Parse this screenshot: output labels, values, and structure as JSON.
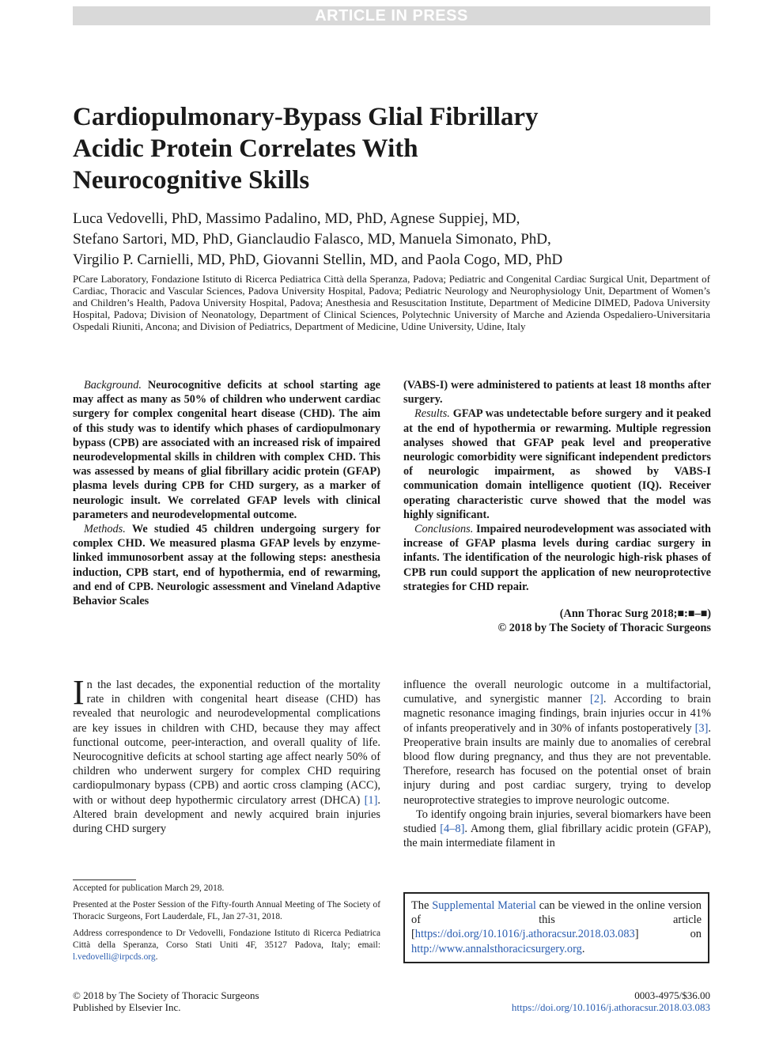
{
  "banner": "ARTICLE IN PRESS",
  "title_lines": [
    "Cardiopulmonary-Bypass Glial Fibrillary",
    "Acidic Protein Correlates With",
    "Neurocognitive Skills"
  ],
  "authors_lines": [
    "Luca Vedovelli, PhD, Massimo Padalino, MD, PhD, Agnese Suppiej, MD,",
    "Stefano Sartori, MD, PhD, Gianclaudio Falasco, MD, Manuela Simonato, PhD,",
    "Virgilio P. Carnielli, MD, PhD, Giovanni Stellin, MD, and Paola Cogo, MD, PhD"
  ],
  "affiliations": "PCare Laboratory, Fondazione Istituto di Ricerca Pediatrica Città della Speranza, Padova; Pediatric and Congenital Cardiac Surgical Unit, Department of Cardiac, Thoracic and Vascular Sciences, Padova University Hospital, Padova; Pediatric Neurology and Neurophysiology Unit, Department of Women’s and Children’s Health, Padova University Hospital, Padova; Anesthesia and Resuscitation Institute, Department of Medicine DIMED, Padova University Hospital, Padova; Division of Neonatology, Department of Clinical Sciences, Polytechnic University of Marche and Azienda Ospedaliero-Universitaria Ospedali Riuniti, Ancona; and Division of Pediatrics, Department of Medicine, Udine University, Udine, Italy",
  "abstract": {
    "background_label": "Background.",
    "background_text": " Neurocognitive deficits at school starting age may affect as many as 50% of children who underwent cardiac surgery for complex congenital heart disease (CHD). The aim of this study was to identify which phases of cardiopulmonary bypass (CPB) are associated with an increased risk of impaired neurodevelopmental skills in children with complex CHD. This was assessed by means of glial fibrillary acidic protein (GFAP) plasma levels during CPB for CHD surgery, as a marker of neurologic insult. We correlated GFAP levels with clinical parameters and neurodevelopmental outcome.",
    "methods_label": "Methods.",
    "methods_text": " We studied 45 children undergoing surgery for complex CHD. We measured plasma GFAP levels by enzyme-linked immunosorbent assay at the following steps: anesthesia induction, CPB start, end of hypothermia, end of rewarming, and end of CPB. Neurologic assessment and Vineland Adaptive Behavior Scales",
    "methods_cont": "(VABS-I) were administered to patients at least 18 months after surgery.",
    "results_label": "Results.",
    "results_text": " GFAP was undetectable before surgery and it peaked at the end of hypothermia or rewarming. Multiple regression analyses showed that GFAP peak level and preoperative neurologic comorbidity were significant independent predictors of neurologic impairment, as showed by VABS-I communication domain intelligence quotient (IQ). Receiver operating characteristic curve showed that the model was highly significant.",
    "conclusions_label": "Conclusions.",
    "conclusions_text": " Impaired neurodevelopment was associated with increase of GFAP plasma levels during cardiac surgery in infants. The identification of the neurologic high-risk phases of CPB run could support the application of new neuroprotective strategies for CHD repair.",
    "citation": "(Ann Thorac Surg 2018;■:■–■)",
    "copyright": "© 2018 by The Society of Thoracic Surgeons"
  },
  "body_left": {
    "dropcap": "I",
    "p1_a": "n the last decades, the exponential reduction of the mortality rate in children with congenital heart disease (CHD) has revealed that neurologic and neurodevelopmental complications are key issues in children with CHD, because they may affect functional outcome, peer-interaction, and overall quality of life. Neurocognitive deficits at school starting age affect nearly 50% of children who underwent surgery for complex CHD requiring cardiopulmonary bypass (CPB) and aortic cross clamping (ACC), with or without deep hypothermic circulatory arrest (DHCA) ",
    "p1_ref": "[1]",
    "p1_b": ". Altered brain development and newly acquired brain injuries during CHD surgery"
  },
  "body_right": {
    "p1_a": "influence the overall neurologic outcome in a multifactorial, cumulative, and synergistic manner ",
    "p1_ref1": "[2]",
    "p1_b": ". According to brain magnetic resonance imaging findings, brain injuries occur in 41% of infants preoperatively and in 30% of infants postoperatively ",
    "p1_ref2": "[3]",
    "p1_c": ". Preoperative brain insults are mainly due to anomalies of cerebral blood flow during pregnancy, and thus they are not preventable. Therefore, research has focused on the potential onset of brain injury during and post cardiac surgery, trying to develop neuroprotective strategies to improve neurologic outcome.",
    "p2_a": "To identify ongoing brain injuries, several biomarkers have been studied ",
    "p2_ref": "[4–8]",
    "p2_b": ". Among them, glial fibrillary acidic protein (GFAP), the main intermediate filament in"
  },
  "footnotes": {
    "accepted": "Accepted for publication March 29, 2018.",
    "presented": "Presented at the Poster Session of the Fifty-fourth Annual Meeting of The Society of Thoracic Surgeons, Fort Lauderdale, FL, Jan 27-31, 2018.",
    "address": "Address correspondence to Dr Vedovelli, Fondazione Istituto di Ricerca Pediatrica Città della Speranza, Corso Stati Uniti 4F, 35127 Padova, Italy; email: ",
    "email": "l.vedovelli@irpcds.org",
    "address_end": "."
  },
  "supplemental": {
    "t1": "The ",
    "link1": "Supplemental Material",
    "t2": " can be viewed in the online version of this article [",
    "link2": "https://doi.org/10.1016/j.athoracsur.2018.03.083",
    "t3": "] on ",
    "link3": "http://www.annalsthoracicsurgery.org",
    "t4": "."
  },
  "bottom": {
    "left1": "© 2018 by The Society of Thoracic Surgeons",
    "left2": "Published by Elsevier Inc.",
    "right1": "0003-4975/$36.00",
    "right2": "https://doi.org/10.1016/j.athoracsur.2018.03.083"
  }
}
